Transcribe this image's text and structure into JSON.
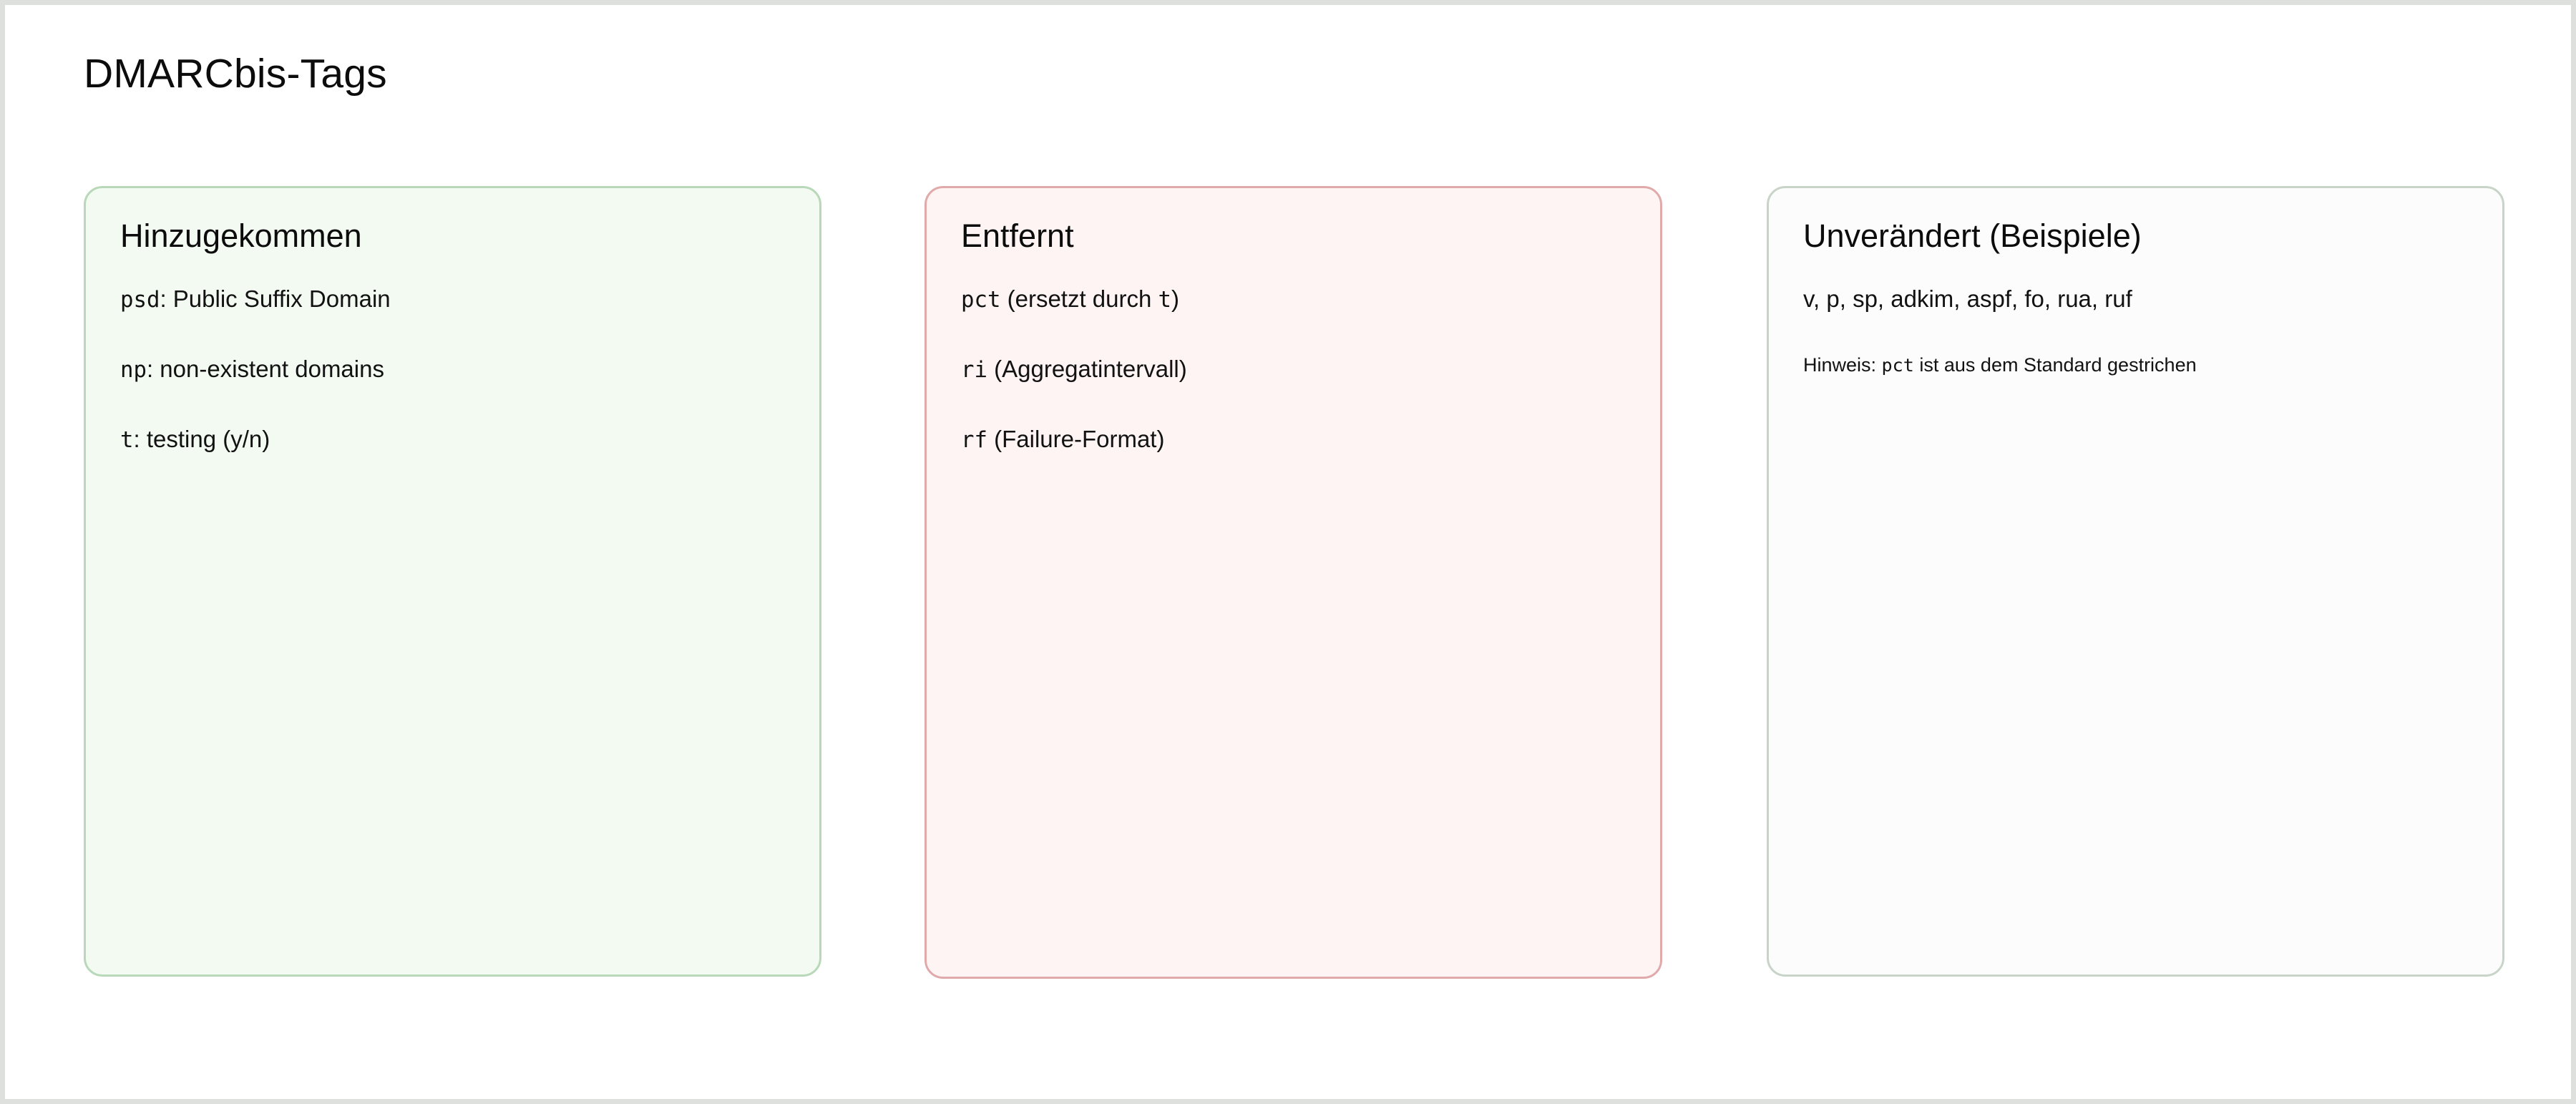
{
  "page": {
    "title": "DMARCbis-Tags",
    "border_color": "#dde0dc",
    "background": "#ffffff"
  },
  "cards": [
    {
      "id": "added",
      "heading": "Hinzugekommen",
      "accent": "#b9d8b9",
      "background": "#f2faf2",
      "items": [
        {
          "code": "psd",
          "text": ": Public Suffix Domain"
        },
        {
          "code": "np",
          "text": ": non-existent domains"
        },
        {
          "code": "t",
          "text": ": testing (y/n)"
        }
      ]
    },
    {
      "id": "removed",
      "heading": "Entfernt",
      "accent": "#e0aaaa",
      "background": "#fdf4f3",
      "items": [
        {
          "code": "pct",
          "text": " (ersetzt durch ",
          "code2": "t",
          "text2": ")"
        },
        {
          "code": "ri",
          "text": " (Aggregatintervall)"
        },
        {
          "code": "rf",
          "text": " (Failure-Format)"
        }
      ]
    },
    {
      "id": "unchanged",
      "heading": "Unverändert (Beispiele)",
      "accent": "#c9d4c9",
      "background": "#fbfcfb",
      "items": [
        {
          "text": "v, p, sp, adkim, aspf, fo, rua, ruf"
        },
        {
          "text": "Hinweis: ",
          "code": "pct",
          "text2": " ist aus dem Standard gestrichen",
          "note": true
        }
      ]
    }
  ]
}
